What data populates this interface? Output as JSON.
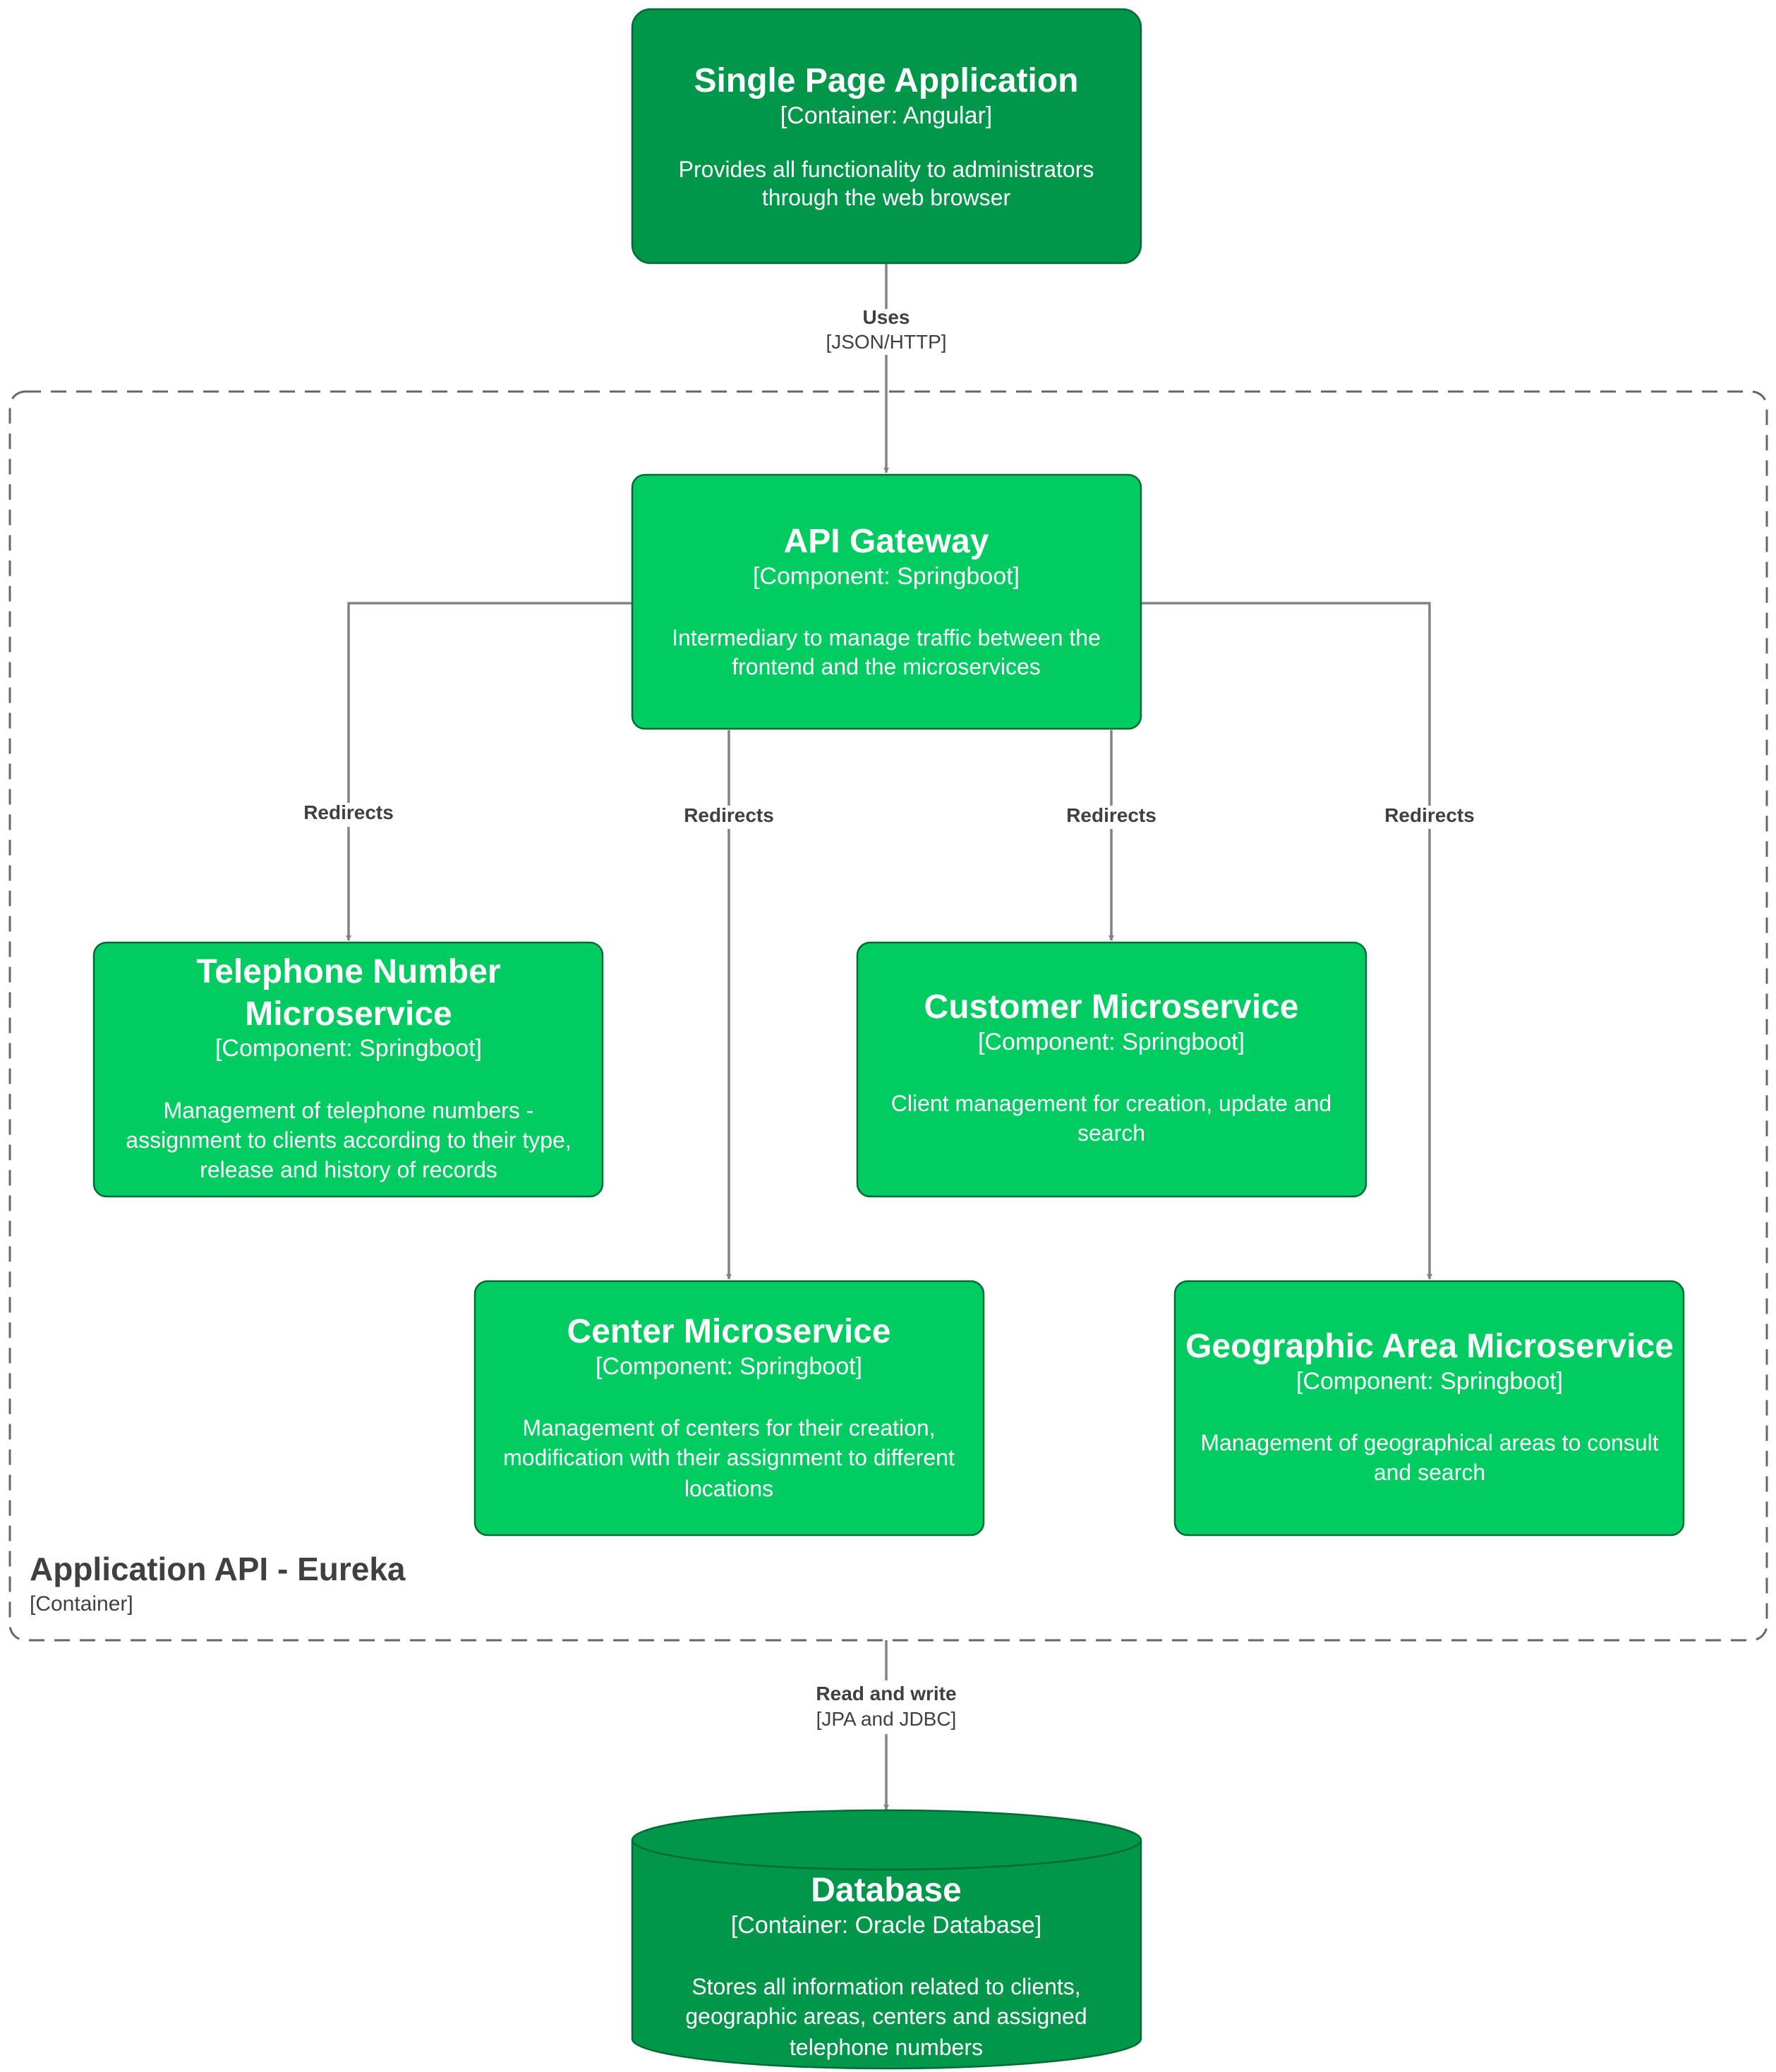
{
  "spa": {
    "title": "Single Page Application",
    "tech": "[Container: Angular]",
    "desc": [
      "Provides all functionality to administrators",
      "through the web browser"
    ],
    "color": "#00974a"
  },
  "boundary": {
    "title": "Application API - Eureka",
    "tech": "[Container]"
  },
  "gateway": {
    "title": "API Gateway",
    "tech": "[Component: Springboot]",
    "desc": [
      "Intermediary to manage traffic between the",
      "frontend and the microservices"
    ],
    "color": "#00cc62"
  },
  "telephone": {
    "title": [
      "Telephone Number",
      "Microservice"
    ],
    "tech": "[Component: Springboot]",
    "desc": [
      "Management of telephone numbers -",
      "assignment to clients according to their type,",
      "release and history of records"
    ]
  },
  "customer": {
    "title": "Customer Microservice",
    "tech": "[Component: Springboot]",
    "desc": [
      "Client management for creation, update and",
      "search"
    ]
  },
  "center": {
    "title": "Center Microservice",
    "tech": "[Component: Springboot]",
    "desc": [
      "Management of centers for their creation,",
      "modification with their assignment to different",
      "locations"
    ]
  },
  "geo": {
    "title": "Geographic Area Microservice",
    "tech": "[Component: Springboot]",
    "desc": [
      "Management of geographical areas to consult",
      "and search"
    ]
  },
  "database": {
    "title": "Database",
    "tech": "[Container: Oracle Database]",
    "desc": [
      "Stores all information related to clients,",
      "geographic areas, centers and assigned",
      "telephone numbers"
    ]
  },
  "relations": {
    "uses": {
      "label": "Uses",
      "tech": "[JSON/HTTP]"
    },
    "redirect_tel": {
      "label": "Redirects"
    },
    "redirect_center": {
      "label": "Redirects"
    },
    "redirect_customer": {
      "label": "Redirects"
    },
    "redirect_geo": {
      "label": "Redirects"
    },
    "readwrite": {
      "label": "Read and write",
      "tech": "[JPA and JDBC]"
    }
  },
  "colors": {
    "container": "#00974a",
    "component": "#00cc62",
    "stroke": "#006b34",
    "arrow": "#828282",
    "boundary": "#666666"
  }
}
